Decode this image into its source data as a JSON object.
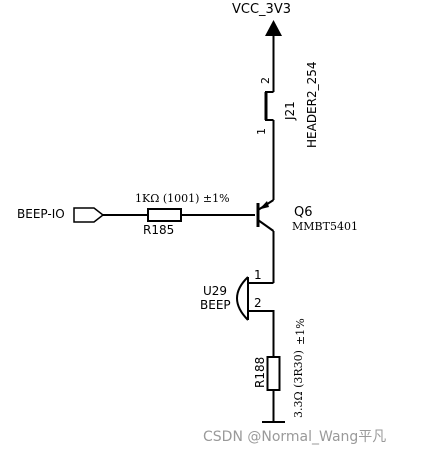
{
  "power": {
    "label": "VCC_3V3"
  },
  "header": {
    "ref": "J21",
    "value": "HEADER2_254",
    "pin1": "1",
    "pin2": "2"
  },
  "net": {
    "label": "BEEP-IO"
  },
  "resistor_base": {
    "ref": "R185",
    "value": "1KΩ (1001) ±1%"
  },
  "transistor": {
    "ref": "Q6",
    "part": "MMBT5401"
  },
  "buzzer": {
    "ref": "U29",
    "value": "BEEP",
    "pin1": "1",
    "pin2": "2"
  },
  "resistor_low": {
    "ref": "R188",
    "value": "3.3Ω (3R30)",
    "tolerance": "±1%"
  },
  "watermark": {
    "text": "CSDN @Normal_Wang平凡"
  },
  "colors": {
    "line": "#000000",
    "background": "#ffffff",
    "watermark": "#9a9a9a"
  }
}
